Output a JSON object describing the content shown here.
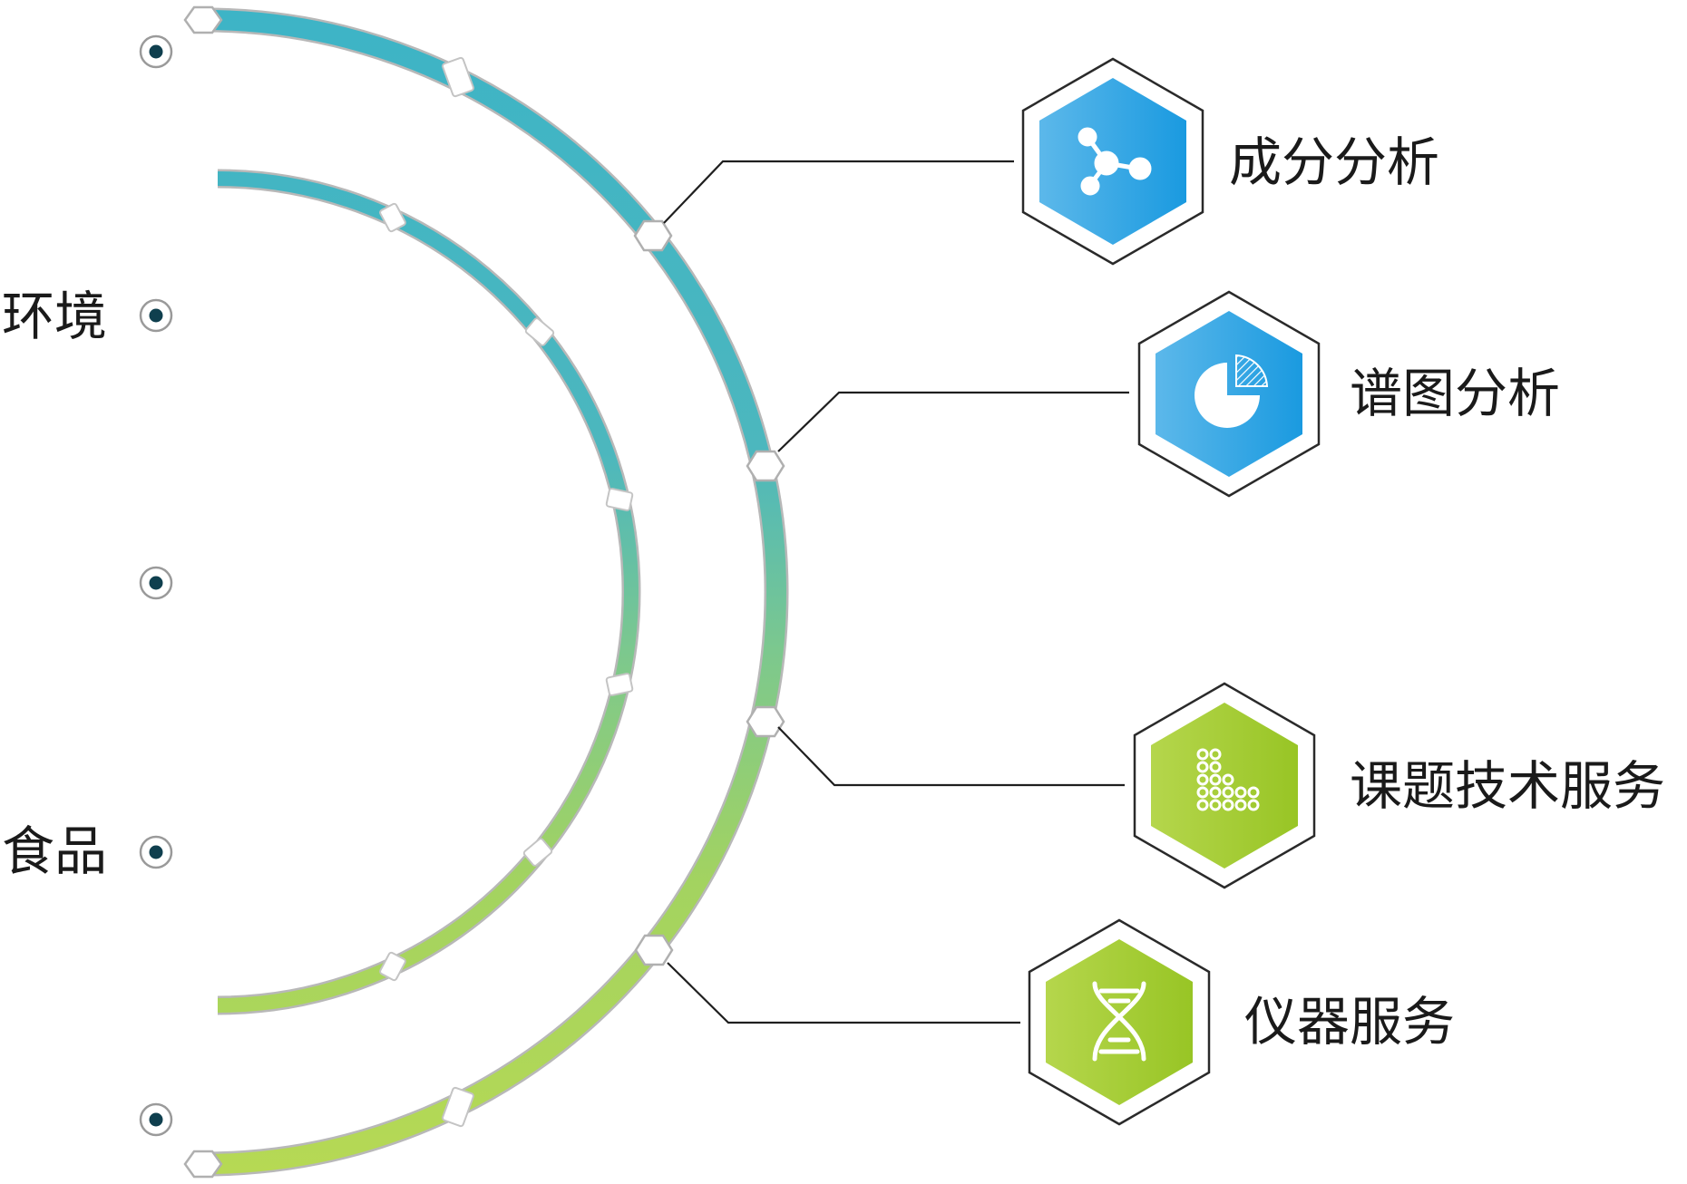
{
  "left_labels": {
    "environment": "环境",
    "food": "食品"
  },
  "services": [
    {
      "label": "成分分析",
      "icon": "molecule-icon",
      "theme": "blue"
    },
    {
      "label": "谱图分析",
      "icon": "pie-chart-icon",
      "theme": "blue"
    },
    {
      "label": "课题技术服务",
      "icon": "node-grid-icon",
      "theme": "green"
    },
    {
      "label": "仪器服务",
      "icon": "dna-icon",
      "theme": "green"
    }
  ],
  "colors": {
    "blue_start": "#5cb8ea",
    "blue_end": "#1a9ae0",
    "green_start": "#b5d64c",
    "green_end": "#98c525",
    "arc_top": "#3db4c6",
    "arc_mid": "#7cc88e",
    "arc_bottom": "#b6d954",
    "dot": "#0f3f4e",
    "line": "#1f1f1f"
  }
}
